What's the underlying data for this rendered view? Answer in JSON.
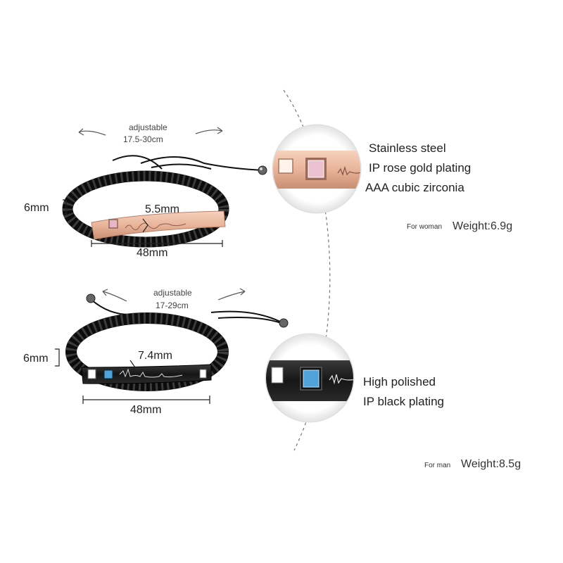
{
  "woman": {
    "adjustable_label": "adjustable",
    "adjustable_range": "17.5-30cm",
    "thickness": "6mm",
    "width": "5.5mm",
    "length": "48mm",
    "specs": [
      "Stainless steel",
      "IP rose gold plating",
      "AAA cubic zirconia"
    ],
    "for_label": "For woman",
    "weight": "Weight:6.9g",
    "bar_color": "#e9b49a",
    "stone_color": "#e8b6c6"
  },
  "man": {
    "adjustable_label": "adjustable",
    "adjustable_range": "17-29cm",
    "thickness": "6mm",
    "width": "7.4mm",
    "length": "48mm",
    "specs": [
      "High polished",
      "IP black plating"
    ],
    "for_label": "For man",
    "weight": "Weight:8.5g",
    "bar_color": "#1b1b1b",
    "stone_color": "#4fa3d8"
  }
}
